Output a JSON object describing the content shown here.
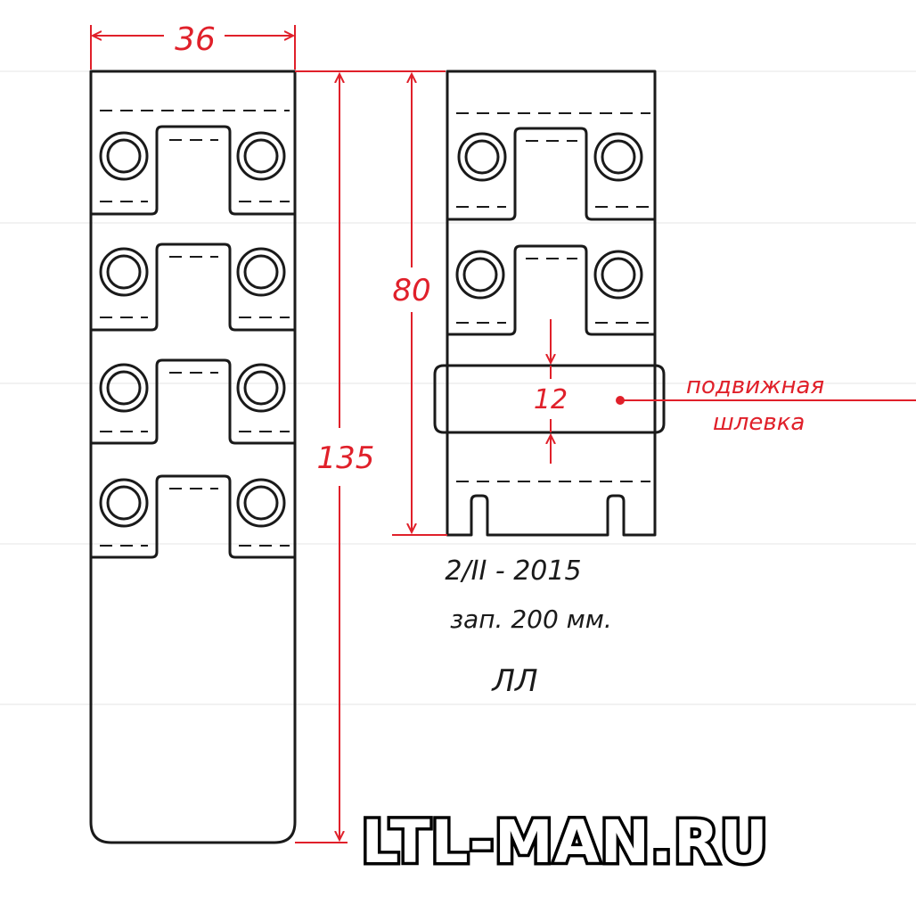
{
  "dimensions": {
    "width": "36",
    "total_length": "135",
    "part_length": "80",
    "loop_width": "12"
  },
  "annotation": {
    "line1": "подвижная",
    "line2": "шлевка"
  },
  "notes": {
    "date": "2/II - 2015",
    "stock": "зап. 200 мм.",
    "signature": "ЛЛ"
  },
  "watermark": "LTL-MAN.RU",
  "colors": {
    "ink": "#1a1a1a",
    "dimension": "#e0202a"
  }
}
